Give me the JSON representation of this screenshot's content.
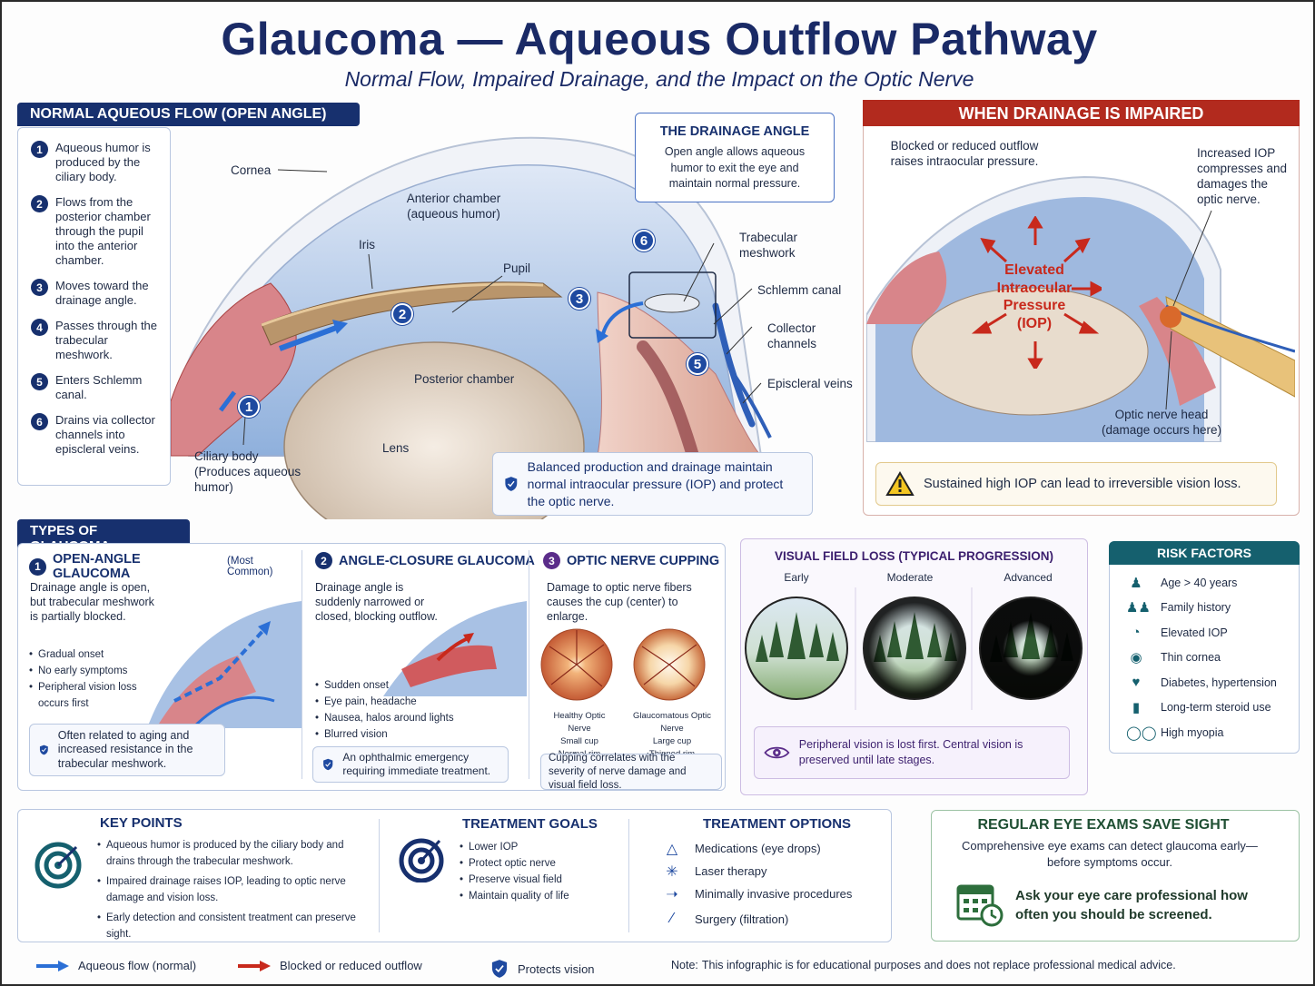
{
  "header": {
    "title": "Glaucoma — Aqueous Outflow Pathway",
    "subtitle": "Normal Flow, Impaired Drainage, and the Impact on the Optic Nerve"
  },
  "normal_flow": {
    "tab": "NORMAL AQUEOUS FLOW (OPEN ANGLE)",
    "steps": [
      {
        "n": "1",
        "text": "Aqueous humor is produced by the ciliary body."
      },
      {
        "n": "2",
        "text": "Flows from the posterior chamber through the pupil into the anterior chamber."
      },
      {
        "n": "3",
        "text": "Moves toward the drainage angle."
      },
      {
        "n": "4",
        "text": "Passes through the trabecular meshwork."
      },
      {
        "n": "5",
        "text": "Enters Schlemm canal."
      },
      {
        "n": "6",
        "text": "Drains via collector channels into episcleral veins."
      }
    ],
    "labels": {
      "cornea": "Cornea",
      "anterior_chamber": "Anterior chamber",
      "anterior_chamber_sub": "(aqueous humor)",
      "iris": "Iris",
      "pupil": "Pupil",
      "posterior_chamber": "Posterior chamber",
      "lens": "Lens",
      "ciliary_body": "Ciliary body",
      "ciliary_body_sub": "(Produces aqueous humor)",
      "trabecular": "Trabecular meshwork",
      "schlemm": "Schlemm canal",
      "collector": "Collector channels",
      "episcleral": "Episcleral veins"
    },
    "markers": [
      "1",
      "2",
      "3",
      "6",
      "5"
    ],
    "drainage_angle": {
      "title": "THE DRAINAGE ANGLE",
      "text": "Open angle allows aqueous humor to exit the eye and maintain normal pressure."
    },
    "balanced_note": "Balanced production and drainage maintain normal intraocular pressure (IOP) and protect the optic nerve."
  },
  "impaired": {
    "tab": "WHEN DRAINAGE IS IMPAIRED",
    "left_note": "Blocked or reduced outflow raises intraocular pressure.",
    "right_note": "Increased IOP compresses and damages the optic nerve.",
    "center_label": [
      "Elevated",
      "Intraocular",
      "Pressure",
      "(IOP)"
    ],
    "optic_head": "Optic nerve head",
    "optic_head_sub": "(damage occurs here)",
    "warning": "Sustained high IOP can lead to irreversible vision loss.",
    "colors": {
      "red": "#c8291c"
    }
  },
  "types": {
    "tab": "TYPES OF GLAUCOMA",
    "open": {
      "n": "1",
      "title": "OPEN-ANGLE GLAUCOMA",
      "qualifier": "(Most Common)",
      "desc": "Drainage angle is open, but trabecular meshwork is partially blocked.",
      "bullets": [
        "Gradual onset",
        "No early symptoms",
        "Peripheral vision loss occurs first"
      ],
      "note": "Often related to aging and increased resistance in the trabecular meshwork."
    },
    "closed": {
      "n": "2",
      "title": "ANGLE-CLOSURE GLAUCOMA",
      "desc": "Drainage angle is suddenly narrowed or closed, blocking outflow.",
      "bullets": [
        "Sudden onset",
        "Eye pain, headache",
        "Nausea, halos around lights",
        "Blurred vision"
      ],
      "note": "An ophthalmic emergency requiring immediate treatment."
    },
    "cupping": {
      "n": "3",
      "title": "OPTIC NERVE CUPPING",
      "desc": "Damage to optic nerve fibers causes the cup (center) to enlarge.",
      "healthy": [
        "Healthy Optic Nerve",
        "Small cup",
        "Normal rim"
      ],
      "glaucomatous": [
        "Glaucomatous Optic Nerve",
        "Large cup",
        "Thinned rim"
      ],
      "note": "Cupping correlates with the severity of nerve damage and visual field loss."
    }
  },
  "visual_field": {
    "title": "VISUAL FIELD LOSS",
    "title_sub": "(TYPICAL PROGRESSION)",
    "stages": [
      "Early",
      "Moderate",
      "Advanced"
    ],
    "note": "Peripheral vision is lost first. Central vision is preserved until late stages."
  },
  "risk": {
    "tab": "RISK FACTORS",
    "items": [
      {
        "icon": "person-icon",
        "text": "Age > 40 years"
      },
      {
        "icon": "family-icon",
        "text": "Family history"
      },
      {
        "icon": "gauge-icon",
        "text": "Elevated IOP"
      },
      {
        "icon": "eye-icon",
        "text": "Thin cornea"
      },
      {
        "icon": "heart-pulse-icon",
        "text": "Diabetes, hypertension"
      },
      {
        "icon": "pill-bottle-icon",
        "text": "Long-term steroid use"
      },
      {
        "icon": "glasses-icon",
        "text": "High myopia"
      }
    ]
  },
  "key_points": {
    "title": "KEY POINTS",
    "items": [
      "Aqueous humor is produced by the ciliary body and drains through the trabecular meshwork.",
      "Impaired drainage raises IOP, leading to optic nerve damage and vision loss.",
      "Early detection and consistent treatment can preserve sight."
    ]
  },
  "treatment_goals": {
    "title": "TREATMENT GOALS",
    "items": [
      "Lower IOP",
      "Protect optic nerve",
      "Preserve visual field",
      "Maintain quality of life"
    ]
  },
  "treatment_options": {
    "title": "TREATMENT OPTIONS",
    "items": [
      {
        "icon": "eye-drops-icon",
        "text": "Medications (eye drops)"
      },
      {
        "icon": "laser-icon",
        "text": "Laser therapy"
      },
      {
        "icon": "instrument-icon",
        "text": "Minimally invasive procedures"
      },
      {
        "icon": "scalpel-icon",
        "text": "Surgery (filtration)"
      }
    ]
  },
  "exams": {
    "title": "REGULAR EYE EXAMS SAVE SIGHT",
    "text": "Comprehensive eye exams can detect glaucoma early—before symptoms occur.",
    "cta": "Ask your eye care professional how often you should be screened."
  },
  "legend": {
    "normal": "Aqueous flow (normal)",
    "blocked": "Blocked or reduced outflow",
    "protects": "Protects vision",
    "note_label": "Note:",
    "note": "This infographic is for educational purposes and does not replace professional medical advice."
  },
  "colors": {
    "navy": "#17306e",
    "blue_flow": "#2b6fd6",
    "red_blocked": "#c8291c",
    "teal": "#15606e",
    "green": "#2d6e3c",
    "purple": "#5b2d8a"
  }
}
